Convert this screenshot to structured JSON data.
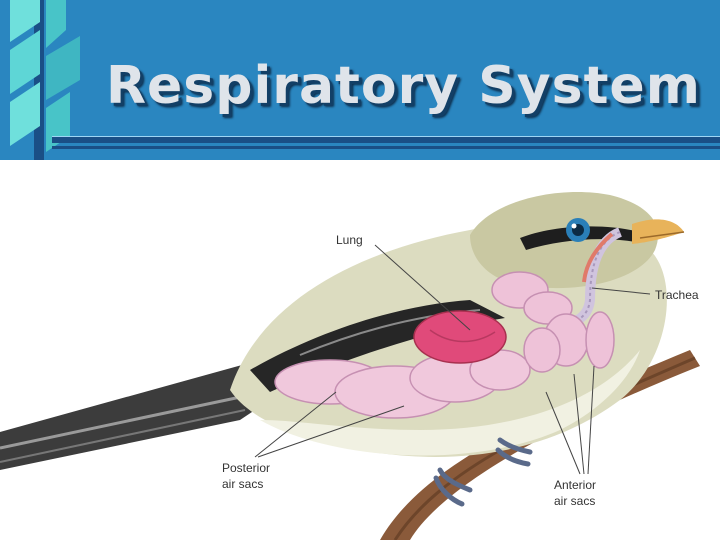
{
  "slide": {
    "title": "Respiratory System"
  },
  "diagram": {
    "labels": {
      "lung": "Lung",
      "trachea": "Trachea",
      "posterior_line1": "Posterior",
      "posterior_line2": "air sacs",
      "anterior_line1": "Anterior",
      "anterior_line2": "air sacs"
    }
  },
  "colors": {
    "header_blue": "#2a86c0",
    "header_dark": "#1a4f86",
    "ribbon_aqua": "#5ed6d6",
    "lung_pink": "#e04a7a",
    "air_sac_pink": "#f0c8dc"
  }
}
